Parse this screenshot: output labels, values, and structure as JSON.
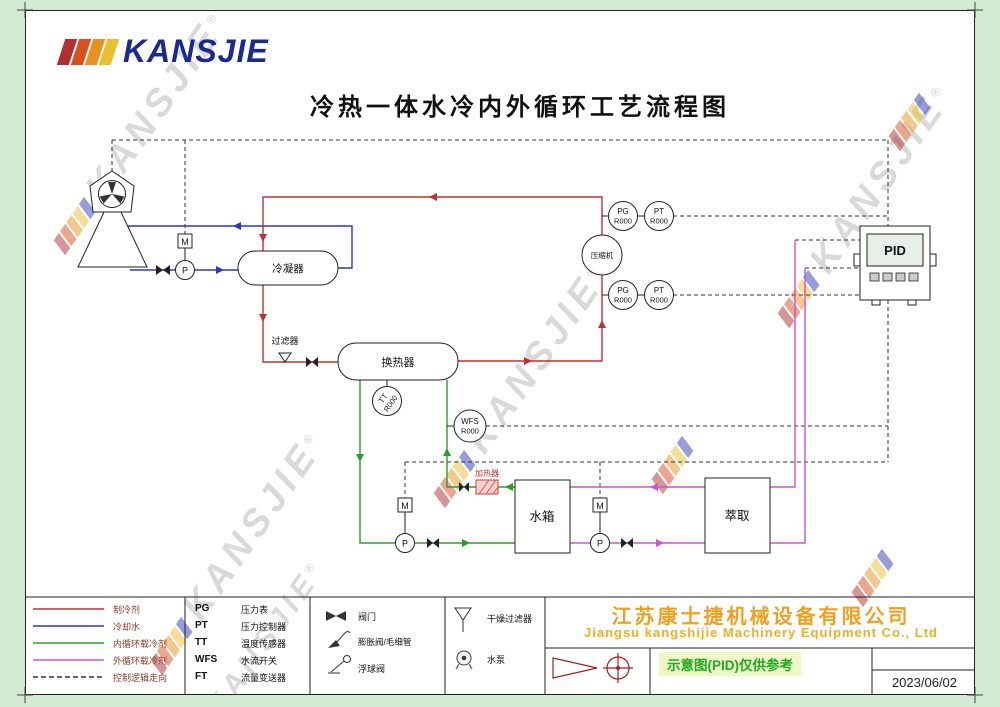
{
  "header": {
    "brand": "KANSJIE",
    "registered": "®",
    "watermark": "KANSJIE",
    "title": "冷热一体水冷内外循环工艺流程图"
  },
  "equipment": {
    "condenser": "冷凝器",
    "filter": "过滤器",
    "heat_exchanger": "换热器",
    "compressor": "压缩机",
    "heater": "加热器",
    "water_tank": "水箱",
    "extraction": "萃取",
    "controller": "PID",
    "motor": "M",
    "pump": "P"
  },
  "instruments": {
    "pg": {
      "abbr": "PG",
      "tag": "R000"
    },
    "pt": {
      "abbr": "PT",
      "tag": "R000"
    },
    "tt": {
      "abbr": "TT",
      "tag": "R000"
    },
    "wfs": {
      "abbr": "WFS",
      "tag": "R000"
    }
  },
  "legend": {
    "flow_lines": [
      {
        "label": "制冷剂",
        "color": "#c03030",
        "style": "solid"
      },
      {
        "label": "冷却水",
        "color": "#2838c0",
        "style": "solid"
      },
      {
        "label": "内循环载冷剂",
        "color": "#28a028",
        "style": "solid"
      },
      {
        "label": "外循环载冷剂",
        "color": "#d050d0",
        "style": "solid"
      },
      {
        "label": "控制逻辑走向",
        "color": "#333333",
        "style": "dashed"
      }
    ],
    "abbreviations": [
      {
        "abbr": "PG",
        "label": "压力表"
      },
      {
        "abbr": "PT",
        "label": "压力控制器"
      },
      {
        "abbr": "TT",
        "label": "温度传感器"
      },
      {
        "abbr": "WFS",
        "label": "水流开关"
      },
      {
        "abbr": "FT",
        "label": "流量变送器"
      }
    ],
    "symbols": [
      "阀门",
      "膨胀阀/毛细管",
      "浮球阀",
      "干燥过滤器",
      "水泵"
    ]
  },
  "footer": {
    "company_cn": "江苏康士捷机械设备有限公司",
    "company_en": "Jiangsu kangshijie Machinery Equipment Co., Ltd",
    "note": "示意图(PID)仅供参考",
    "date": "2023/06/02"
  },
  "colors": {
    "refrigerant": "#c03030",
    "cooling_water": "#2838c0",
    "internal_coolant": "#28a028",
    "external_coolant": "#d050d0",
    "control_line": "#333333",
    "brand_blue": "#1b2a8e",
    "company_yellow": "#f0a020",
    "note_green": "#1faa1f",
    "background_green": "#d2ead2"
  }
}
